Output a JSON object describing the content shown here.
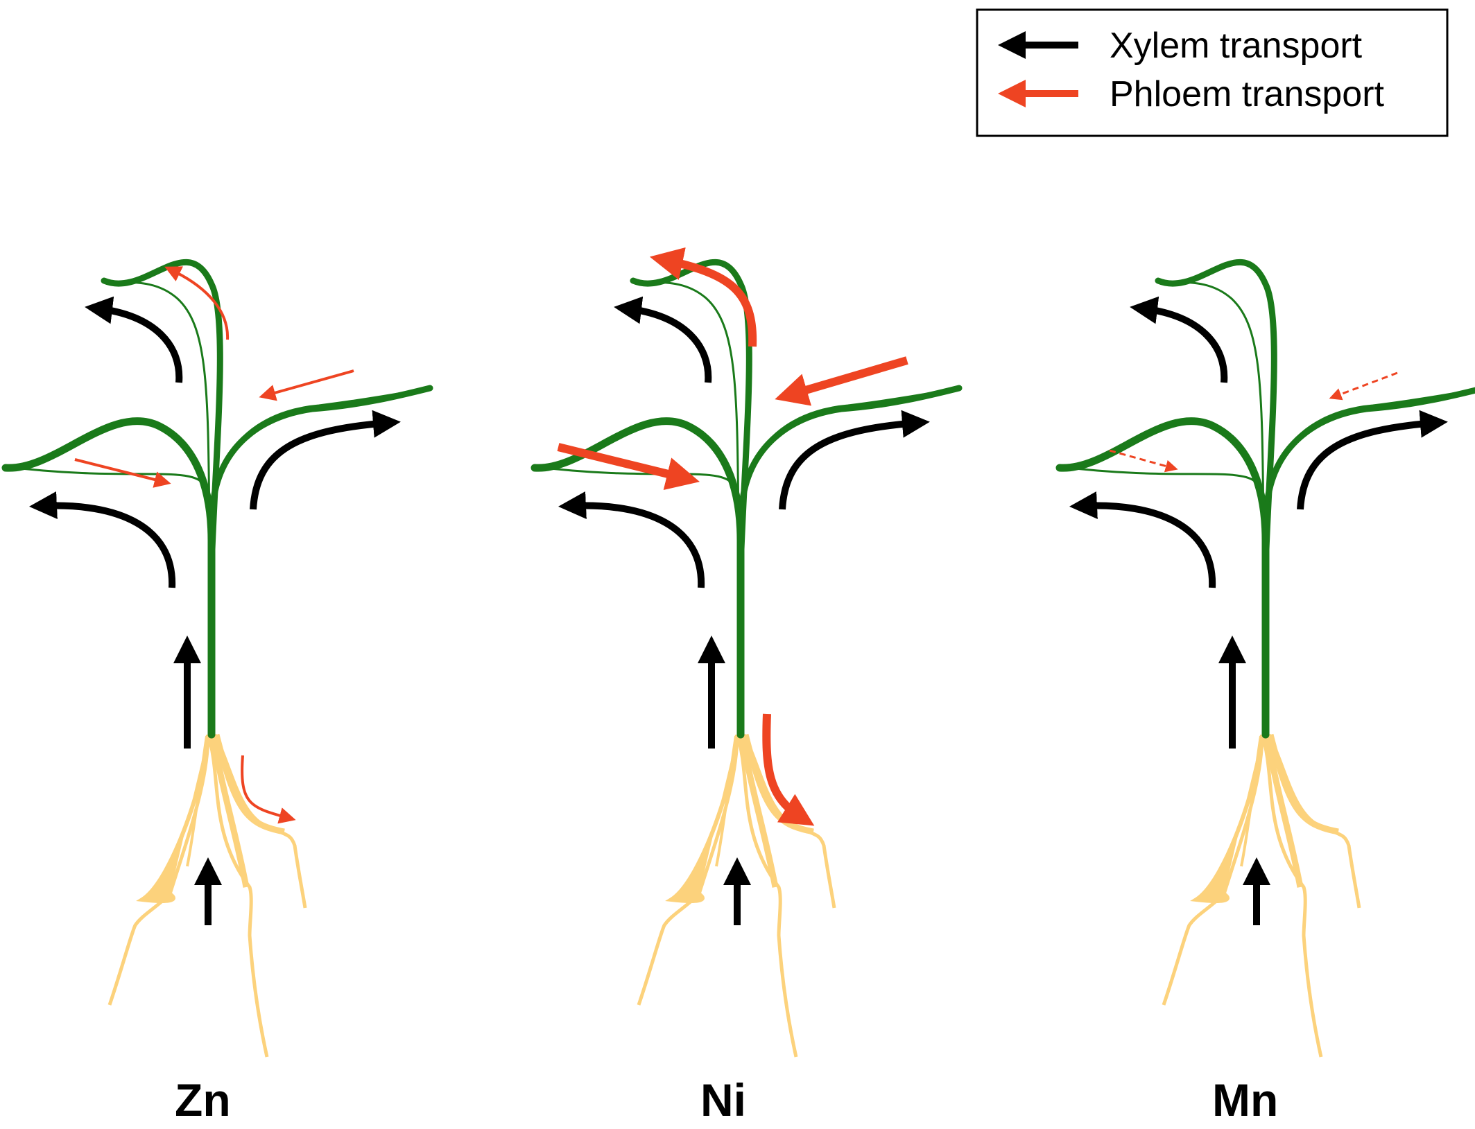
{
  "legend": {
    "xylem_label": "Xylem transport",
    "phloem_label": "Phloem transport"
  },
  "plants": [
    {
      "label": "Zn",
      "phloem_strength": "thin"
    },
    {
      "label": "Ni",
      "phloem_strength": "thick"
    },
    {
      "label": "Mn",
      "phloem_strength": "dashed"
    }
  ],
  "colors": {
    "xylem": "#000000",
    "phloem": "#ee4422",
    "shoot": "#1a7a1a",
    "root": "#fcd27c"
  }
}
